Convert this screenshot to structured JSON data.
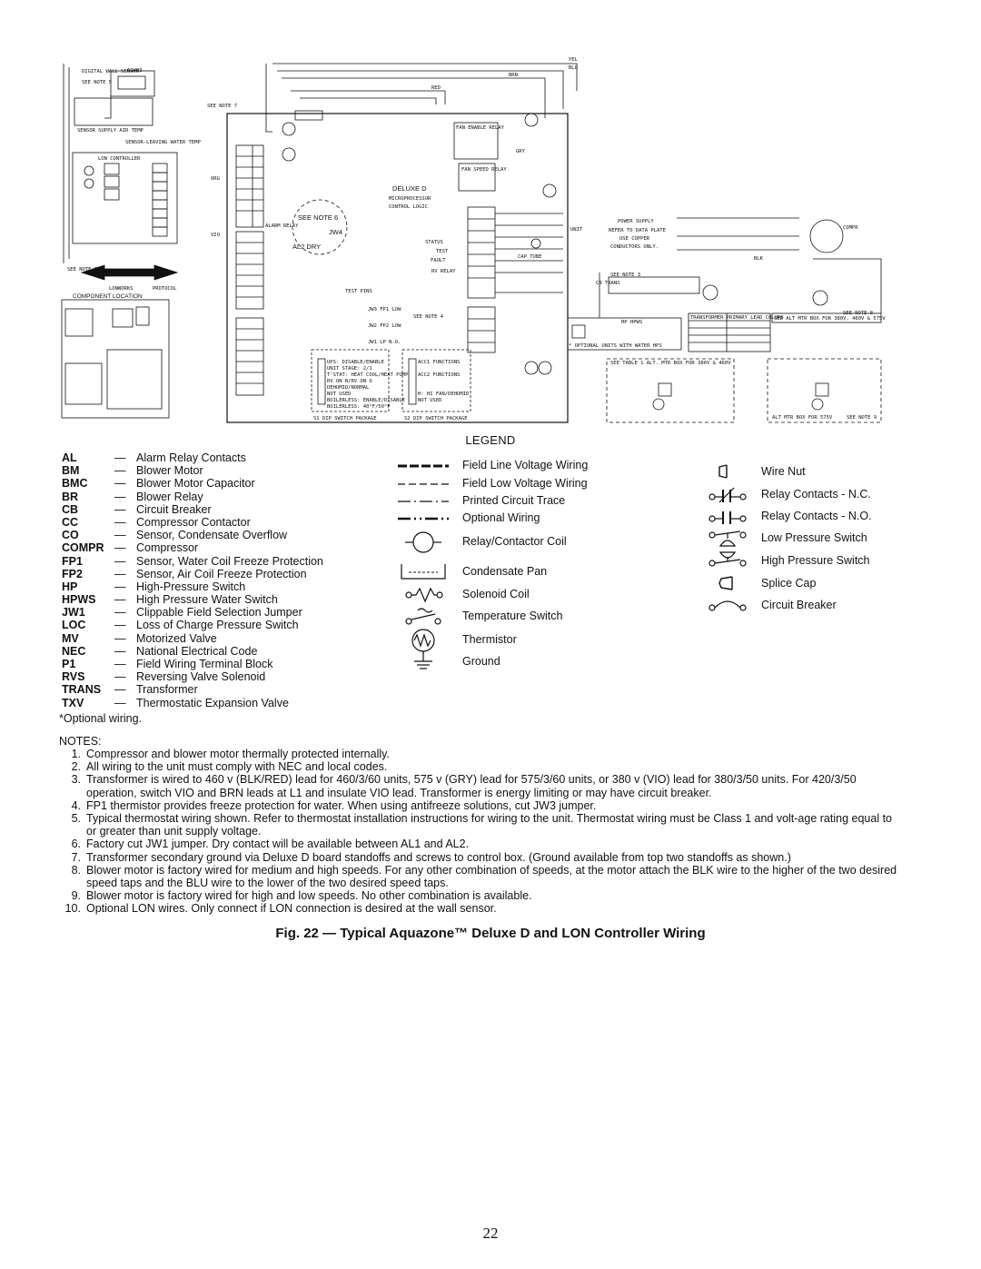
{
  "diagram": {
    "labels": {
      "digital_wall_sensor": "DIGITAL WALL SENSOR",
      "see_note_5": "SEE NOTE 5",
      "sensor_model": "AGW03",
      "sensor_supply_air": "SENSOR SUPPLY AIR TEMP",
      "sensor_leaving_water": "SENSOR-LEAVING WATER TEMP",
      "lon_controller": "LON CONTROLLER",
      "see_note_10": "SEE NOTE 10",
      "lonworks": "LONWORKS",
      "protocol": "PROTOCOL",
      "component_location": "COMPONENT LOCATION",
      "see_note_7": "SEE NOTE 7",
      "fan_enable_relay": "FAN ENABLE RELAY",
      "fan_speed_relay": "FAN SPEED RELAY",
      "deluxe_d": "DELUXE D",
      "microprocessor": "MICROPROCESSOR",
      "control_logic": "CONTROL LOGIC",
      "see_note_6": "SEE NOTE 6",
      "jw4": "JW4",
      "al2_dry": "AL2 DRY",
      "alarm_relay": "ALARM RELAY",
      "test_pins": "TEST PINS",
      "status": "STATUS",
      "test": "TEST",
      "fault": "FAULT",
      "rv_relay": "RV RELAY",
      "cap_tube": "CAP TUBE",
      "unit": "UNIT",
      "power_supply": "POWER SUPPLY",
      "refer_to_data_plate": "REFER TO DATA PLATE",
      "use_copper": "USE COPPER",
      "conductors_only": "CONDUCTORS ONLY.",
      "compr": "COMPR",
      "see_note_3": "SEE NOTE 3",
      "cb_trans": "CB TRANS",
      "see_note_8": "SEE NOTE 8",
      "transformer_primary": "TRANSFORMER PRIMARY LEAD COLORS",
      "alt_mtr_box_380": "SEE ALT MTR BOX FOR 380V, 460V & 575V",
      "hp_hpws": "HP HPWS",
      "optional_units_hps": "* OPTIONAL UNITS WITH WATER HPS",
      "see_table_1": "SEE TABLE 1  ALT. MTR BOX FOR 380V & 460V",
      "alt_mtr_box_575": "ALT MTR BOX FOR 575V",
      "see_note_9": "SEE NOTE 9",
      "dip_switch_package_1": "S1 DIP SWITCH PACKAGE",
      "dip_switch_package_2": "S2 DIP SWITCH PACKAGE",
      "dip_options_1": [
        "UPS: DISABLE/ENABLE",
        "UNIT STAGE: 2/1",
        "T'STAT: HEAT COOL/HEAT PUMP",
        "RV ON B/RV ON O",
        "DEHUMID/NORMAL",
        "NOT USED",
        "BOILERLESS: ENABLE/DISABLE",
        "BOILERLESS: 40°F/50°F"
      ],
      "dip_options_2": [
        "ACC1 FUNCTIONS",
        "ACC2 FUNCTIONS",
        "H: HI FAN/DEHUMID",
        "NOT USED"
      ],
      "jumpers": [
        "JW3 FP1 LOW",
        "JW2 FP2 LOW",
        "JW1 LP N.O."
      ],
      "see_note_4": "SEE NOTE 4",
      "wire_colors": [
        "YEL",
        "BLU",
        "BRN",
        "RED",
        "GRY",
        "ORG",
        "VIO",
        "BLK"
      ]
    }
  },
  "legend": {
    "title": "LEGEND",
    "abbreviations": [
      {
        "code": "AL",
        "desc": "Alarm Relay Contacts"
      },
      {
        "code": "BM",
        "desc": "Blower Motor"
      },
      {
        "code": "BMC",
        "desc": "Blower Motor Capacitor"
      },
      {
        "code": "BR",
        "desc": "Blower Relay"
      },
      {
        "code": "CB",
        "desc": "Circuit Breaker"
      },
      {
        "code": "CC",
        "desc": "Compressor Contactor"
      },
      {
        "code": "CO",
        "desc": "Sensor, Condensate Overflow"
      },
      {
        "code": "COMPR",
        "desc": "Compressor"
      },
      {
        "code": "FP1",
        "desc": "Sensor, Water Coil Freeze Protection"
      },
      {
        "code": "FP2",
        "desc": "Sensor, Air Coil Freeze Protection"
      },
      {
        "code": "HP",
        "desc": "High-Pressure Switch"
      },
      {
        "code": "HPWS",
        "desc": "High Pressure Water Switch"
      },
      {
        "code": "JW1",
        "desc": "Clippable Field Selection Jumper"
      },
      {
        "code": "LOC",
        "desc": "Loss of Charge Pressure Switch"
      },
      {
        "code": "MV",
        "desc": "Motorized Valve"
      },
      {
        "code": "NEC",
        "desc": "National Electrical Code"
      },
      {
        "code": "P1",
        "desc": "Field Wiring Terminal Block"
      },
      {
        "code": "RVS",
        "desc": "Reversing Valve Solenoid"
      },
      {
        "code": "TRANS",
        "desc": "Transformer"
      },
      {
        "code": "TXV",
        "desc": "Thermostatic Expansion Valve"
      }
    ],
    "symbols_mid": [
      {
        "icon": "field-line-voltage-icon",
        "label": "Field Line Voltage Wiring"
      },
      {
        "icon": "field-low-voltage-icon",
        "label": "Field Low Voltage Wiring"
      },
      {
        "icon": "printed-circuit-trace-icon",
        "label": "Printed Circuit Trace"
      },
      {
        "icon": "optional-wiring-icon",
        "label": "Optional Wiring"
      },
      {
        "icon": "relay-coil-icon",
        "label": "Relay/Contactor Coil"
      },
      {
        "icon": "condensate-pan-icon",
        "label": "Condensate Pan"
      },
      {
        "icon": "solenoid-coil-icon",
        "label": "Solenoid Coil"
      },
      {
        "icon": "temperature-switch-icon",
        "label": "Temperature Switch"
      },
      {
        "icon": "thermistor-icon",
        "label": "Thermistor"
      },
      {
        "icon": "ground-icon",
        "label": "Ground"
      }
    ],
    "symbols_right": [
      {
        "icon": "wire-nut-icon",
        "label": "Wire Nut"
      },
      {
        "icon": "relay-contacts-nc-icon",
        "label": "Relay Contacts - N.C."
      },
      {
        "icon": "relay-contacts-no-icon",
        "label": "Relay Contacts - N.O."
      },
      {
        "icon": "low-pressure-switch-icon",
        "label": "Low Pressure Switch"
      },
      {
        "icon": "high-pressure-switch-icon",
        "label": "High Pressure Switch"
      },
      {
        "icon": "splice-cap-icon",
        "label": "Splice Cap"
      },
      {
        "icon": "circuit-breaker-icon",
        "label": "Circuit Breaker"
      }
    ]
  },
  "optional_note": "*Optional wiring.",
  "notes": {
    "heading": "NOTES:",
    "items": [
      "Compressor and blower motor thermally protected internally.",
      "All wiring to the unit must comply with NEC and local codes.",
      "Transformer is wired to 460 v (BLK/RED) lead for 460/3/60 units, 575 v (GRY) lead for 575/3/60 units, or 380 v (VIO) lead for 380/3/50 units. For 420/3/50 operation, switch VIO and BRN leads at L1 and insulate VIO lead. Transformer is energy limiting or may have circuit breaker.",
      "FP1 thermistor provides freeze protection for water. When using antifreeze solutions, cut JW3 jumper.",
      "Typical thermostat wiring shown. Refer to thermostat installation instructions for wiring to the unit. Thermostat wiring must be Class 1 and volt-age rating equal to or greater than unit supply voltage.",
      "Factory cut JW1 jumper. Dry contact will be available between AL1 and AL2.",
      "Transformer secondary ground via Deluxe D board standoffs and screws to control box. (Ground available from top two standoffs as shown.)",
      "Blower motor is factory wired for medium and high speeds. For any other combination of speeds, at the motor attach the BLK wire to the higher of the two desired speed taps and the BLU wire to the lower of the two desired speed taps.",
      "Blower motor is factory wired for high and low speeds. No other combination is available.",
      "Optional LON wires. Only connect if LON connection is desired at the wall sensor."
    ]
  },
  "figure_caption": "Fig. 22 — Typical Aquazone™ Deluxe D and LON Controller Wiring",
  "page_number": "22"
}
